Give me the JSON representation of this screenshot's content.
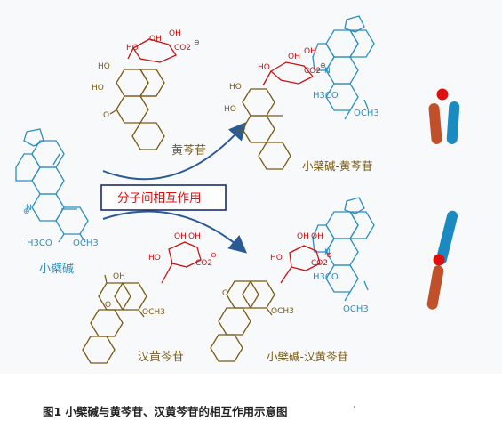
{
  "labels": {
    "berberine": "小檗碱",
    "baicalin": "黄芩苷",
    "wogonoside": "汉黄芩苷",
    "complex_baicalin": "小檗碱-黄芩苷",
    "complex_wogonoside": "小檗碱-汉黄芩苷",
    "interaction": "分子间相互作用"
  },
  "chem": {
    "ho": "HO",
    "oh": "OH",
    "o": "O",
    "h3co": "H3CO",
    "och3": "OCH3",
    "co2": "CO2",
    "n_plus": "N",
    "plus": "⊕",
    "minus": "⊖"
  },
  "caption": "图1 小檗碱与黄芩苷、汉黄芩苷的相互作用示意图",
  "colors": {
    "berberine": "#2a8fc0",
    "flavone": "#7a5a10",
    "sugar": "#cc1111",
    "arrow": "#2a5a95",
    "box_border": "#1a2d6e",
    "box_text": "#e01010",
    "cylinder_red": "#c0502a",
    "cylinder_blue": "#1a8ac0",
    "ball": "#e01010"
  }
}
